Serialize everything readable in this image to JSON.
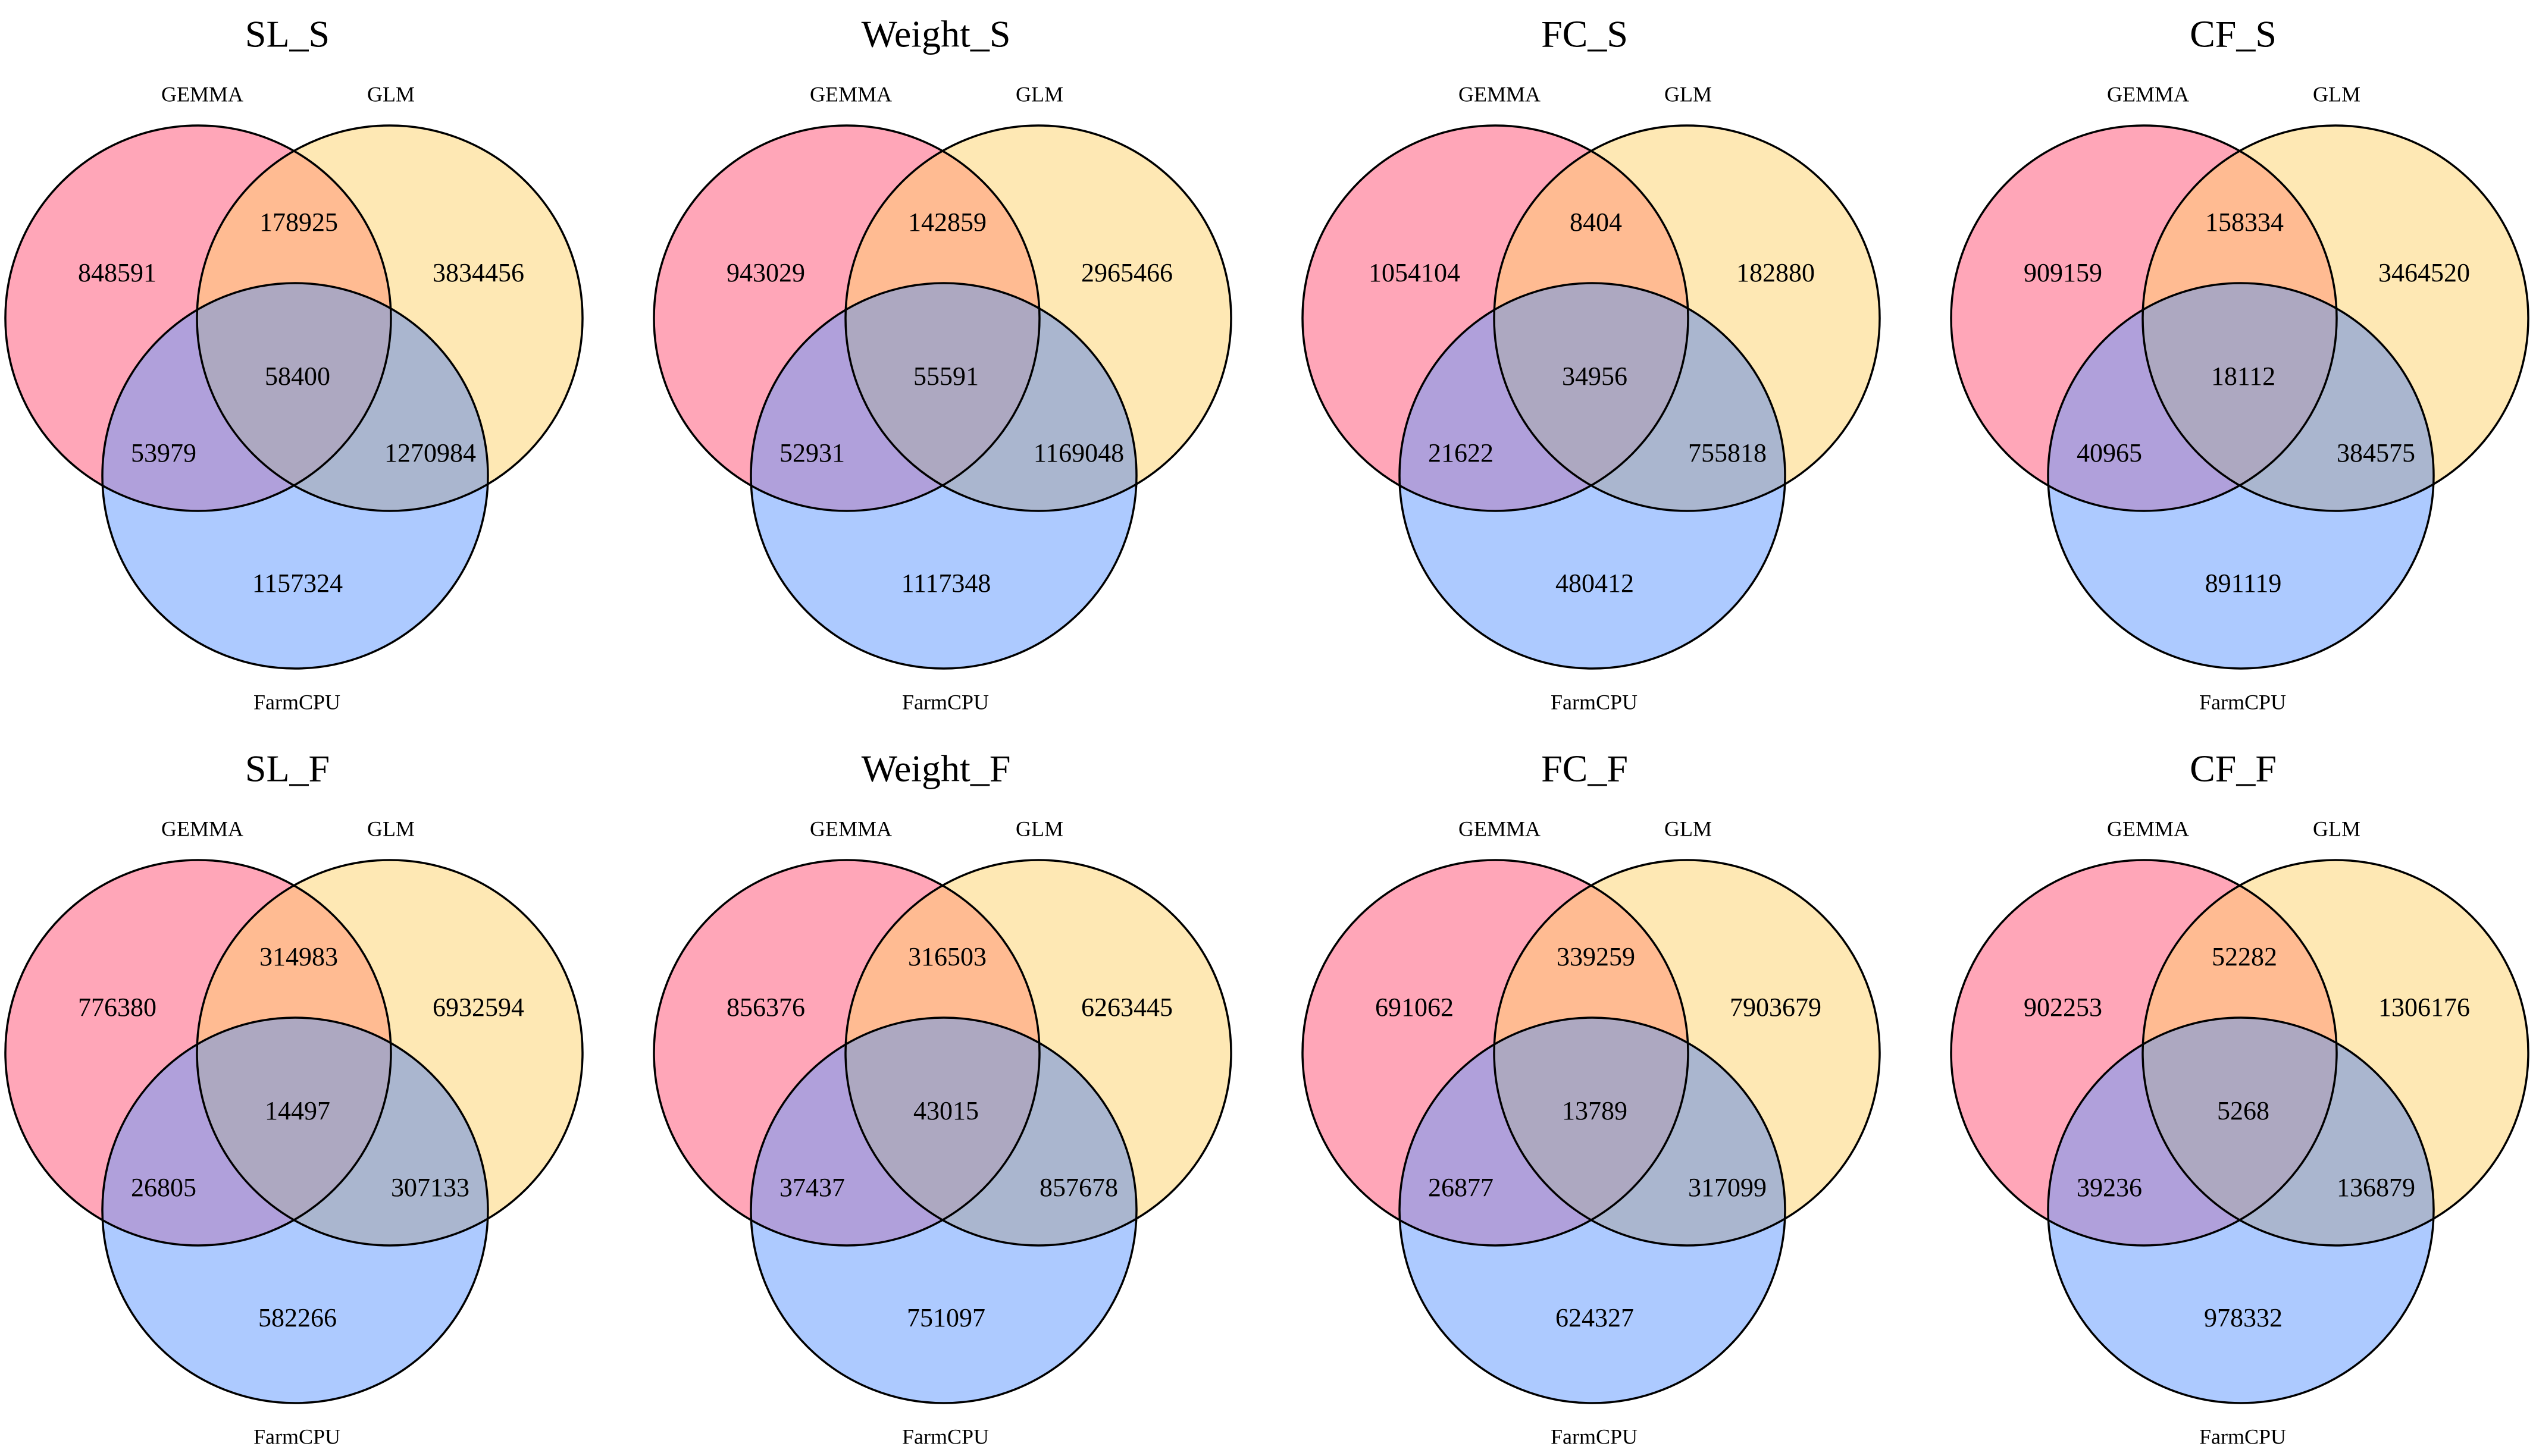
{
  "colors": {
    "gemma": "#ffa6b8",
    "glm": "#fee8b4",
    "farmcpu": "#adcaff",
    "gemma_glm": "#ffbb92",
    "gemma_farmcpu": "#b0a0db",
    "glm_farmcpu": "#aab6cf",
    "all_three": "#ada8c1",
    "outline": "#000000"
  },
  "set_labels": {
    "gemma": "GEMMA",
    "glm": "GLM",
    "farmcpu": "FarmCPU"
  },
  "panels": [
    {
      "title": "SL_S",
      "counts": {
        "gemma_only": "848591",
        "glm_only": "3834456",
        "farmcpu_only": "1157324",
        "gemma_glm": "178925",
        "gemma_farmcpu": "53979",
        "glm_farmcpu": "1270984",
        "all_three": "58400"
      }
    },
    {
      "title": "Weight_S",
      "counts": {
        "gemma_only": "943029",
        "glm_only": "2965466",
        "farmcpu_only": "1117348",
        "gemma_glm": "142859",
        "gemma_farmcpu": "52931",
        "glm_farmcpu": "1169048",
        "all_three": "55591"
      }
    },
    {
      "title": "FC_S",
      "counts": {
        "gemma_only": "1054104",
        "glm_only": "182880",
        "farmcpu_only": "480412",
        "gemma_glm": "8404",
        "gemma_farmcpu": "21622",
        "glm_farmcpu": "755818",
        "all_three": "34956"
      }
    },
    {
      "title": "CF_S",
      "counts": {
        "gemma_only": "909159",
        "glm_only": "3464520",
        "farmcpu_only": "891119",
        "gemma_glm": "158334",
        "gemma_farmcpu": "40965",
        "glm_farmcpu": "384575",
        "all_three": "18112"
      }
    },
    {
      "title": "SL_F",
      "counts": {
        "gemma_only": "776380",
        "glm_only": "6932594",
        "farmcpu_only": "582266",
        "gemma_glm": "314983",
        "gemma_farmcpu": "26805",
        "glm_farmcpu": "307133",
        "all_three": "14497"
      }
    },
    {
      "title": "Weight_F",
      "counts": {
        "gemma_only": "856376",
        "glm_only": "6263445",
        "farmcpu_only": "751097",
        "gemma_glm": "316503",
        "gemma_farmcpu": "37437",
        "glm_farmcpu": "857678",
        "all_three": "43015"
      }
    },
    {
      "title": "FC_F",
      "counts": {
        "gemma_only": "691062",
        "glm_only": "7903679",
        "farmcpu_only": "624327",
        "gemma_glm": "339259",
        "gemma_farmcpu": "26877",
        "glm_farmcpu": "317099",
        "all_three": "13789"
      }
    },
    {
      "title": "CF_F",
      "counts": {
        "gemma_only": "902253",
        "glm_only": "1306176",
        "farmcpu_only": "978332",
        "gemma_glm": "52282",
        "gemma_farmcpu": "39236",
        "glm_farmcpu": "136879",
        "all_three": "5268"
      }
    }
  ]
}
